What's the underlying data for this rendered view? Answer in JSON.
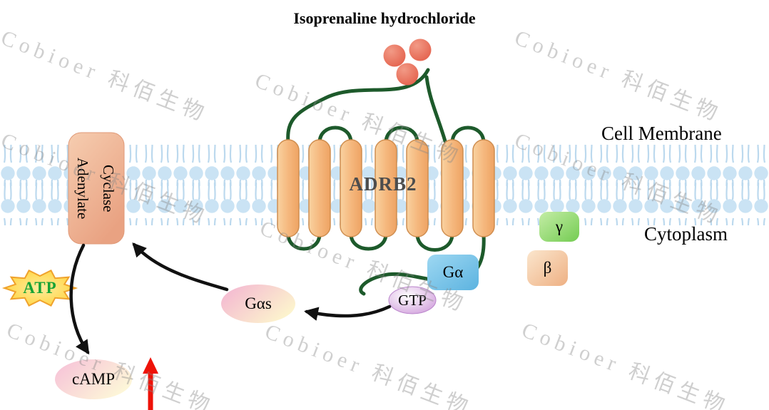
{
  "title": "Isoprenaline hydrochloride",
  "watermark": {
    "text": "Cobioer 科佰生物"
  },
  "membrane": {
    "outside_label": "Cell Membrane",
    "inside_label": "Cytoplasm"
  },
  "receptor": {
    "name": "ADRB2"
  },
  "enzyme": {
    "name_line1": "Adenylate",
    "name_line2": "Cyclase"
  },
  "g_protein": {
    "alpha_label": "Gα",
    "alpha_s_label": "Gαs",
    "beta_label": "β",
    "gamma_label": "γ",
    "gtp_label": "GTP"
  },
  "metabolites": {
    "atp_label": "ATP",
    "camp_label": "cAMP"
  },
  "colors": {
    "membrane_head": "#cae3f4",
    "membrane_tail": "#bcd9ee",
    "helix_orange": "#f5b87e",
    "loop_green": "#1d5a2b",
    "ligand_red": "#e66a55",
    "adenylate_cyclase_salmon": "#f0b294",
    "g_alpha_blue": "#6fc0e8",
    "gamma_green": "#8ed36f",
    "beta_peach": "#f3c79e",
    "gtp_purple": "#c98fd6",
    "gas_pink": "#f3b3d2",
    "camp_cream": "#fdf6d8",
    "atp_star_yellow": "#ffd84e",
    "atp_text_green": "#18a335",
    "up_arrow_red": "#ee1208",
    "arrow_black": "#111111"
  }
}
